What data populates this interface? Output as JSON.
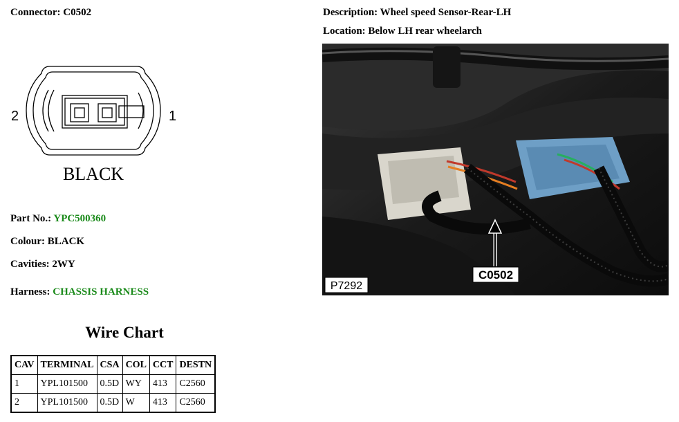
{
  "header": {
    "connector": "Connector: C0502",
    "description": "Description: Wheel speed Sensor-Rear-LH",
    "location": "Location: Below LH rear wheelarch"
  },
  "diagram": {
    "pin_left": "2",
    "pin_right": "1",
    "color_label": "BLACK"
  },
  "info": {
    "part_label": "Part No.:",
    "part_value": "YPC500360",
    "colour": "Colour: BLACK",
    "cavities": "Cavities: 2WY",
    "harness_label": "Harness:",
    "harness_value": "CHASSIS HARNESS"
  },
  "photo": {
    "ref": "P7292",
    "callout": "C0502"
  },
  "wire_chart": {
    "title": "Wire Chart",
    "headers": [
      "CAV",
      "TERMINAL",
      "CSA",
      "COL",
      "CCT",
      "DESTN"
    ],
    "rows": [
      [
        "1",
        "YPL101500",
        "0.5D",
        "WY",
        "413",
        "C2560"
      ],
      [
        "2",
        "YPL101500",
        "0.5D",
        "W",
        "413",
        "C2560"
      ]
    ]
  },
  "colors": {
    "link_green": "#1a8a1a"
  }
}
